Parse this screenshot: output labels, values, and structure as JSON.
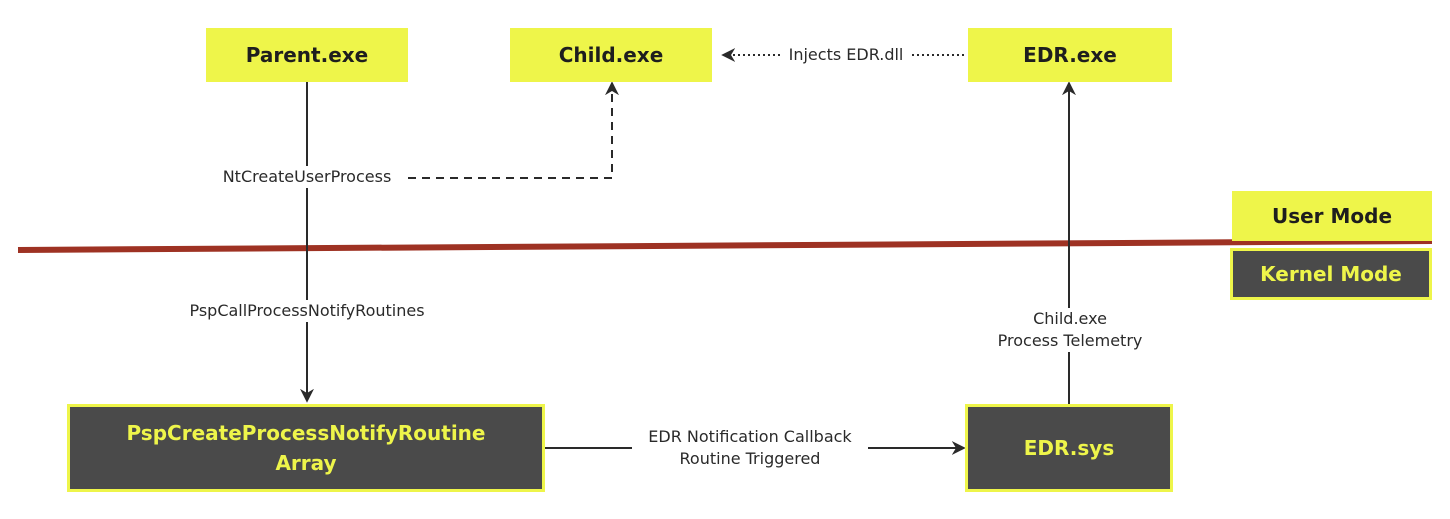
{
  "nodes": {
    "parent": "Parent.exe",
    "child": "Child.exe",
    "edr_exe": "EDR.exe",
    "psp_array_line1": "PspCreateProcessNotifyRoutine",
    "psp_array_line2": "Array",
    "edr_sys": "EDR.sys"
  },
  "legend": {
    "user_mode": "User Mode",
    "kernel_mode": "Kernel Mode"
  },
  "edges": {
    "injects": "Injects EDR.dll",
    "nt_create": "NtCreateUserProcess",
    "psp_call": "PspCallProcessNotifyRoutines",
    "callback_line1": "EDR Notification Callback",
    "callback_line2": "Routine Triggered",
    "telemetry_line1": "Child.exe",
    "telemetry_line2": "Process Telemetry"
  },
  "colors": {
    "highlight": "#eef54a",
    "kernel_fill": "#4a4a4a",
    "boundary": "#9e3223",
    "line": "#2a2a2a"
  }
}
